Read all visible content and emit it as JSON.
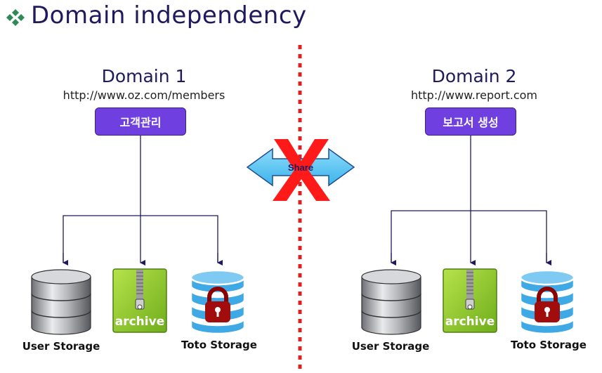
{
  "page": {
    "title": "Domain independency",
    "bullet_icon": "four-diamond-bullet-icon",
    "accent_color": "#1f1a5e"
  },
  "domain1": {
    "name": "Domain 1",
    "url": "http://www.oz.com/members",
    "app_button": "고객관리",
    "storages": [
      {
        "label": "User Storage",
        "icon": "database-icon"
      },
      {
        "label": "",
        "icon": "archive-icon",
        "icon_text": "archive"
      },
      {
        "label": "Toto Storage",
        "icon": "locked-database-icon"
      }
    ]
  },
  "domain2": {
    "name": "Domain 2",
    "url": "http://www.report.com",
    "app_button": "보고서 생성",
    "storages": [
      {
        "label": "User Storage",
        "icon": "database-icon"
      },
      {
        "label": "",
        "icon": "archive-icon",
        "icon_text": "archive"
      },
      {
        "label": "Toto Storage",
        "icon": "locked-database-icon"
      }
    ]
  },
  "share": {
    "label": "Share",
    "arrow_color": "#4cc3f2",
    "cross_color": "#ff0000",
    "divider_color": "#e02020"
  }
}
